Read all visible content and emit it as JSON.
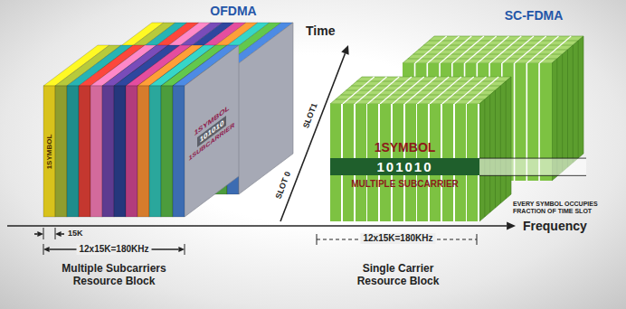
{
  "diagram": {
    "nodes": [
      {
        "text": [
          "1SYMBOL",
          "101010",
          "1SUBCARRIER"
        ]
      },
      {
        "text": [
          "1SYMBOL",
          "101010",
          "MULTIPLE SUBCARRIER"
        ]
      }
    ],
    "labels": [
      "OFDMA",
      "SC-FDMA",
      "Time",
      "1SYMBOL",
      "SLOT1",
      "SLOT 0",
      "15K",
      "12x15K=180KHz",
      "Multiple Subcarriers Resource Block",
      "EVERY SYMBOL OCCUPIES FRACTION OF TIME SLOT",
      "12x15K=180KHz",
      "Frequency",
      "Single Carrier Resource Block"
    ]
  }
}
